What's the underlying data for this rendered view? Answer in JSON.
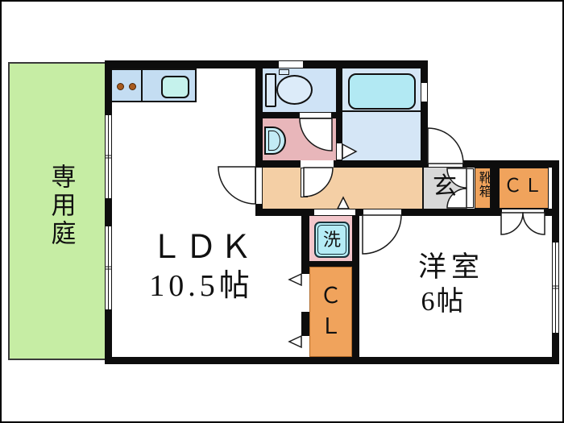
{
  "floor_plan": {
    "garden_label": "専用庭",
    "ldk": {
      "name": "ＬＤＫ",
      "size": "10.5帖"
    },
    "western_room": {
      "name": "洋室",
      "size": "6帖"
    },
    "entrance_label": "玄",
    "shoe_cabinet_label": "靴箱",
    "closet_upper_label": "ＣＬ",
    "closet_lower": {
      "char1": "Ｃ",
      "char2": "Ｌ"
    },
    "washer_label": "洗"
  },
  "colors": {
    "wall": "#0d0d0d",
    "garden_green": "#c6eda4",
    "corridor_tan": "#f4cfa5",
    "entrance_gray": "#d8d8d8",
    "closet_orange": "#f0a35c",
    "washroom_pink": "#e8b6ba",
    "washer_area_pink": "#f3c6cb",
    "toilet_blue": "#cfe3f6",
    "bathroom_blue": "#d5e6f6",
    "bathtub_aqua": "#b2e9f3",
    "kitchen_counter_blue": "#c4ddf2",
    "kitchen_sink_aqua": "#c5f2ec",
    "washing_machine_aqua": "#b5ecf6",
    "burner_brown": "#a85a1e"
  },
  "fixtures": [
    "stove-burners-icon",
    "kitchen-sink-icon",
    "toilet-icon",
    "washbasin-icon",
    "bathtub-icon",
    "washing-machine-icon"
  ]
}
